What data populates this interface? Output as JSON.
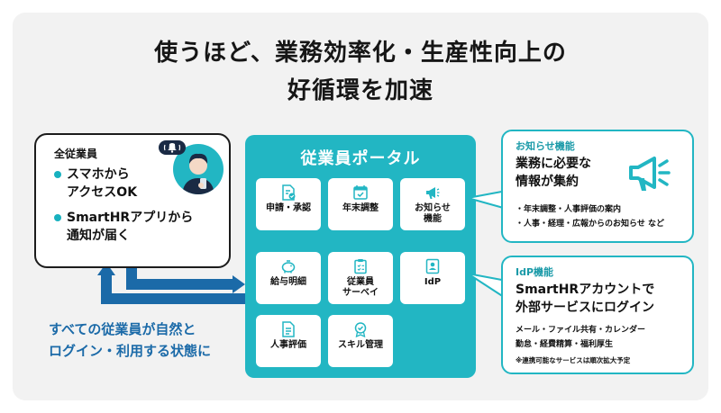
{
  "title": {
    "line1": "使うほど、業務効率化・生産性向上の",
    "line2": "好循環を加速"
  },
  "employee_card": {
    "label": "全従業員",
    "bullets": [
      {
        "line1": "スマホから",
        "line2": "アクセスOK"
      },
      {
        "line1": "SmartHRアプリから",
        "line2": "通知が届く"
      }
    ]
  },
  "caption": {
    "line1": "すべての従業員が自然と",
    "line2": "ログイン・利用する状態に"
  },
  "portal": {
    "title": "従業員ポータル",
    "tiles": [
      {
        "label": "申請・承認",
        "icon": "document-check-icon"
      },
      {
        "label": "年末調整",
        "icon": "calendar-check-icon"
      },
      {
        "label": "お知らせ\n機能",
        "icon": "megaphone-icon"
      },
      {
        "label": "給与明細",
        "icon": "piggy-bank-icon"
      },
      {
        "label": "従業員\nサーベイ",
        "icon": "clipboard-icon"
      },
      {
        "label": "IdP",
        "icon": "id-card-icon"
      },
      {
        "label": "人事評価",
        "icon": "document-icon"
      },
      {
        "label": "スキル管理",
        "icon": "badge-icon"
      }
    ]
  },
  "notice_box": {
    "heading": "お知らせ機能",
    "title_line1": "業務に必要な",
    "title_line2": "情報が集約",
    "items": [
      "・年末調整・人事評価の案内",
      "・人事・経理・広報からのお知らせ など"
    ]
  },
  "idp_box": {
    "heading": "IdP機能",
    "title_line1": "SmartHRアカウントで",
    "title_line2": "外部サービスにログイン",
    "line1": "メール・ファイル共有・カレンダー",
    "line2": "勤怠・経費精算・福利厚生",
    "note": "※連携可能なサービスは順次拡大予定"
  },
  "colors": {
    "teal": "#22b6c3",
    "blue": "#1b6aa8",
    "navy": "#1a2a44",
    "background": "#f2f2f2"
  }
}
